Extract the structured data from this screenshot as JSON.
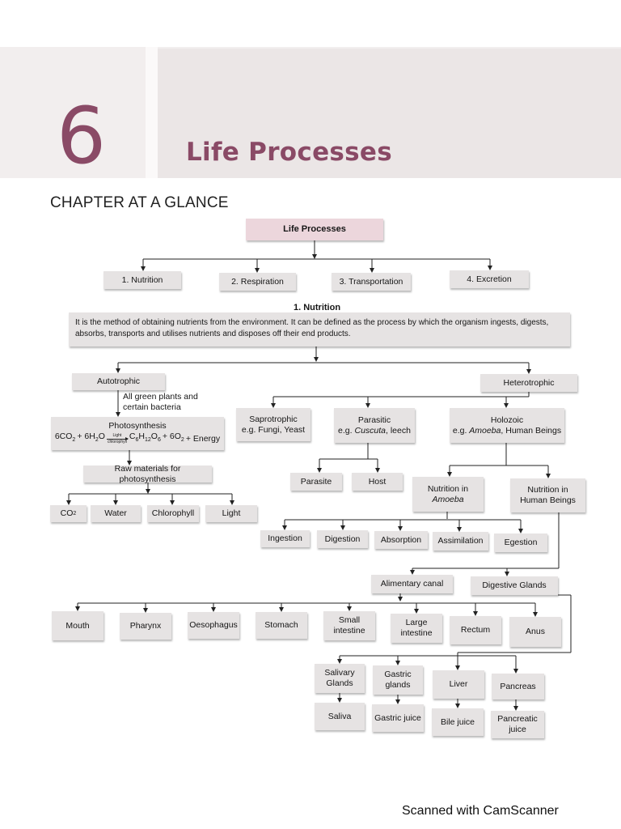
{
  "chapter": {
    "number": "6",
    "title": "Life Processes",
    "subheading": "CHAPTER AT A GLANCE"
  },
  "root": "Life Processes",
  "types": [
    "1. Nutrition",
    "2. Respiration",
    "3. Transportation",
    "4. Excretion"
  ],
  "nutrition": {
    "heading": "1. Nutrition",
    "definition": "It is the method of obtaining nutrients from the environment. It can be defined as the process by which the organism ingests, digests, absorbs, transports and utilises nutrients and disposes off their end products.",
    "autotrophic": "Autotrophic",
    "autotrophic_note_1": "All green plants and",
    "autotrophic_note_2": "certain bacteria",
    "photosynthesis": {
      "title": "Photosynthesis",
      "eq_left": "6CO",
      "eq_left_sub": "2",
      "eq_plus1": "+ 6H",
      "eq_h2o_sub": "2",
      "eq_o": "O",
      "arrow_top": "Light",
      "arrow_bottom": "chlorophyll",
      "eq_product": "C",
      "eq_c_sub": "6",
      "eq_h": "H",
      "eq_h_sub": "12",
      "eq_o2": "O",
      "eq_o_sub": "6",
      "eq_plus2": "+ 6O",
      "eq_o2_sub": "2",
      "eq_end": "+ Energy"
    },
    "raw_materials": "Raw materials for photosynthesis",
    "materials": {
      "co2": "CO",
      "co2_sub": "2",
      "water": "Water",
      "chlorophyll": "Chlorophyll",
      "light": "Light"
    },
    "heterotrophic": "Heterotrophic",
    "saprotrophic": {
      "name": "Saprotrophic",
      "example": "e.g. Fungi, Yeast"
    },
    "parasitic": {
      "name": "Parasitic",
      "eg": "e.g.",
      "example_italic": "Cuscuta",
      "example_rest": ", leech"
    },
    "holozoic": {
      "name": "Holozoic",
      "eg": "e.g.",
      "example_italic": "Amoeba",
      "example_rest": ", Human Beings"
    },
    "parasite": "Parasite",
    "host": "Host",
    "amoeba_line1": "Nutrition in",
    "amoeba_line2": "Amoeba",
    "human_line1": "Nutrition in",
    "human_line2": "Human Beings",
    "steps": [
      "Ingestion",
      "Digestion",
      "Absorption",
      "Assimilation",
      "Egestion"
    ],
    "alimentary_canal": "Alimentary canal",
    "digestive_glands": "Digestive Glands",
    "canal_parts": {
      "mouth": "Mouth",
      "pharynx": "Pharynx",
      "oesophagus": "Oesophagus",
      "stomach": "Stomach",
      "small_1": "Small",
      "small_2": "intestine",
      "large_1": "Large",
      "large_2": "intestine",
      "rectum": "Rectum",
      "anus": "Anus"
    },
    "glands": {
      "salivary_1": "Salivary",
      "salivary_2": "Glands",
      "gastric_1": "Gastric",
      "gastric_2": "glands",
      "liver": "Liver",
      "pancreas": "Pancreas"
    },
    "juices": {
      "saliva": "Saliva",
      "gastric_juice": "Gastric juice",
      "bile_juice": "Bile juice",
      "pancreatic_1": "Pancreatic",
      "pancreatic_2": "juice"
    }
  },
  "footer": "Scanned with CamScanner"
}
